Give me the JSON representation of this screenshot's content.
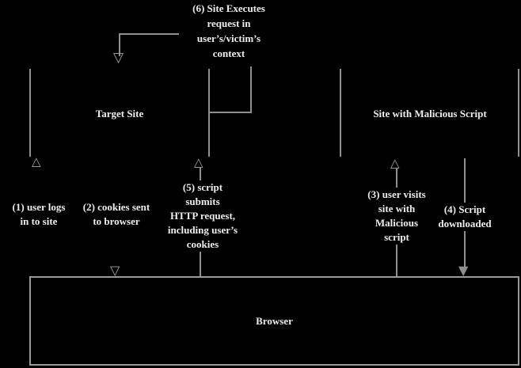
{
  "colors": {
    "background": "#000000",
    "line": "#8f8f8f",
    "text": "#ededed",
    "box_border": "#9a9a9a"
  },
  "nodes": {
    "target_site": {
      "label": "Target Site"
    },
    "malicious_site": {
      "label": "Site with Malicious Script"
    },
    "browser": {
      "label": "Browser"
    }
  },
  "steps": {
    "step1": {
      "label": "(1) user logs\nin to site"
    },
    "step2": {
      "label": "(2) cookies sent\nto browser"
    },
    "step3": {
      "label": "(3) user visits\nsite with\nMalicious\nscript"
    },
    "step4": {
      "label": "(4) Script\ndownloaded"
    },
    "step5": {
      "label": "(5) script\nsubmits\nHTTP request,\nincluding user’s\ncookies"
    },
    "step6": {
      "label": "(6) Site Executes\nrequest in\nuser’s/victim’s\ncontext"
    }
  },
  "icons": {
    "arrow_up_open": "△",
    "arrow_down_open": "▽",
    "arrow_down_filled": "▼"
  }
}
